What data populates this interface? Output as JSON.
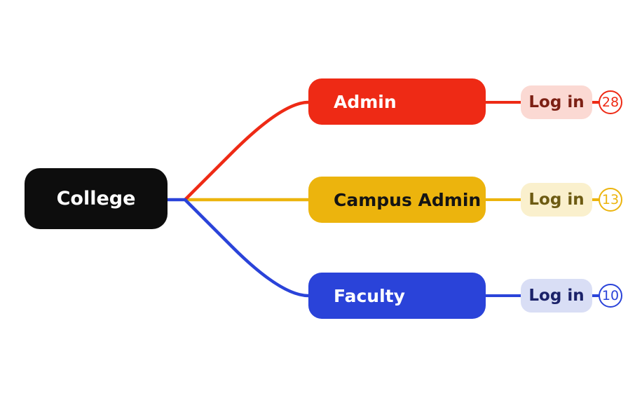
{
  "app": {
    "type": "mind-map",
    "background": "#ffffff"
  },
  "root": {
    "label": "College",
    "bg": "#0d0d0d",
    "text_color": "#ffffff"
  },
  "branches": [
    {
      "label": "Admin",
      "color": "#ee2a15",
      "node_bg": "#ee2a15",
      "node_text": "#ffffff",
      "child": {
        "label": "Log in",
        "bg": "#fbd9d3",
        "text_color": "#7c2014"
      },
      "badge": {
        "value": "28"
      }
    },
    {
      "label": "Campus Admin",
      "color": "#ecb40d",
      "node_bg": "#ecb40d",
      "node_text": "#141414",
      "child": {
        "label": "Log in",
        "bg": "#faf0cd",
        "text_color": "#6d5b12"
      },
      "badge": {
        "value": "13"
      }
    },
    {
      "label": "Faculty",
      "color": "#2a43d9",
      "node_bg": "#2a43d9",
      "node_text": "#ffffff",
      "child": {
        "label": "Log in",
        "bg": "#d9def5",
        "text_color": "#1b2269"
      },
      "badge": {
        "value": "10"
      }
    }
  ]
}
